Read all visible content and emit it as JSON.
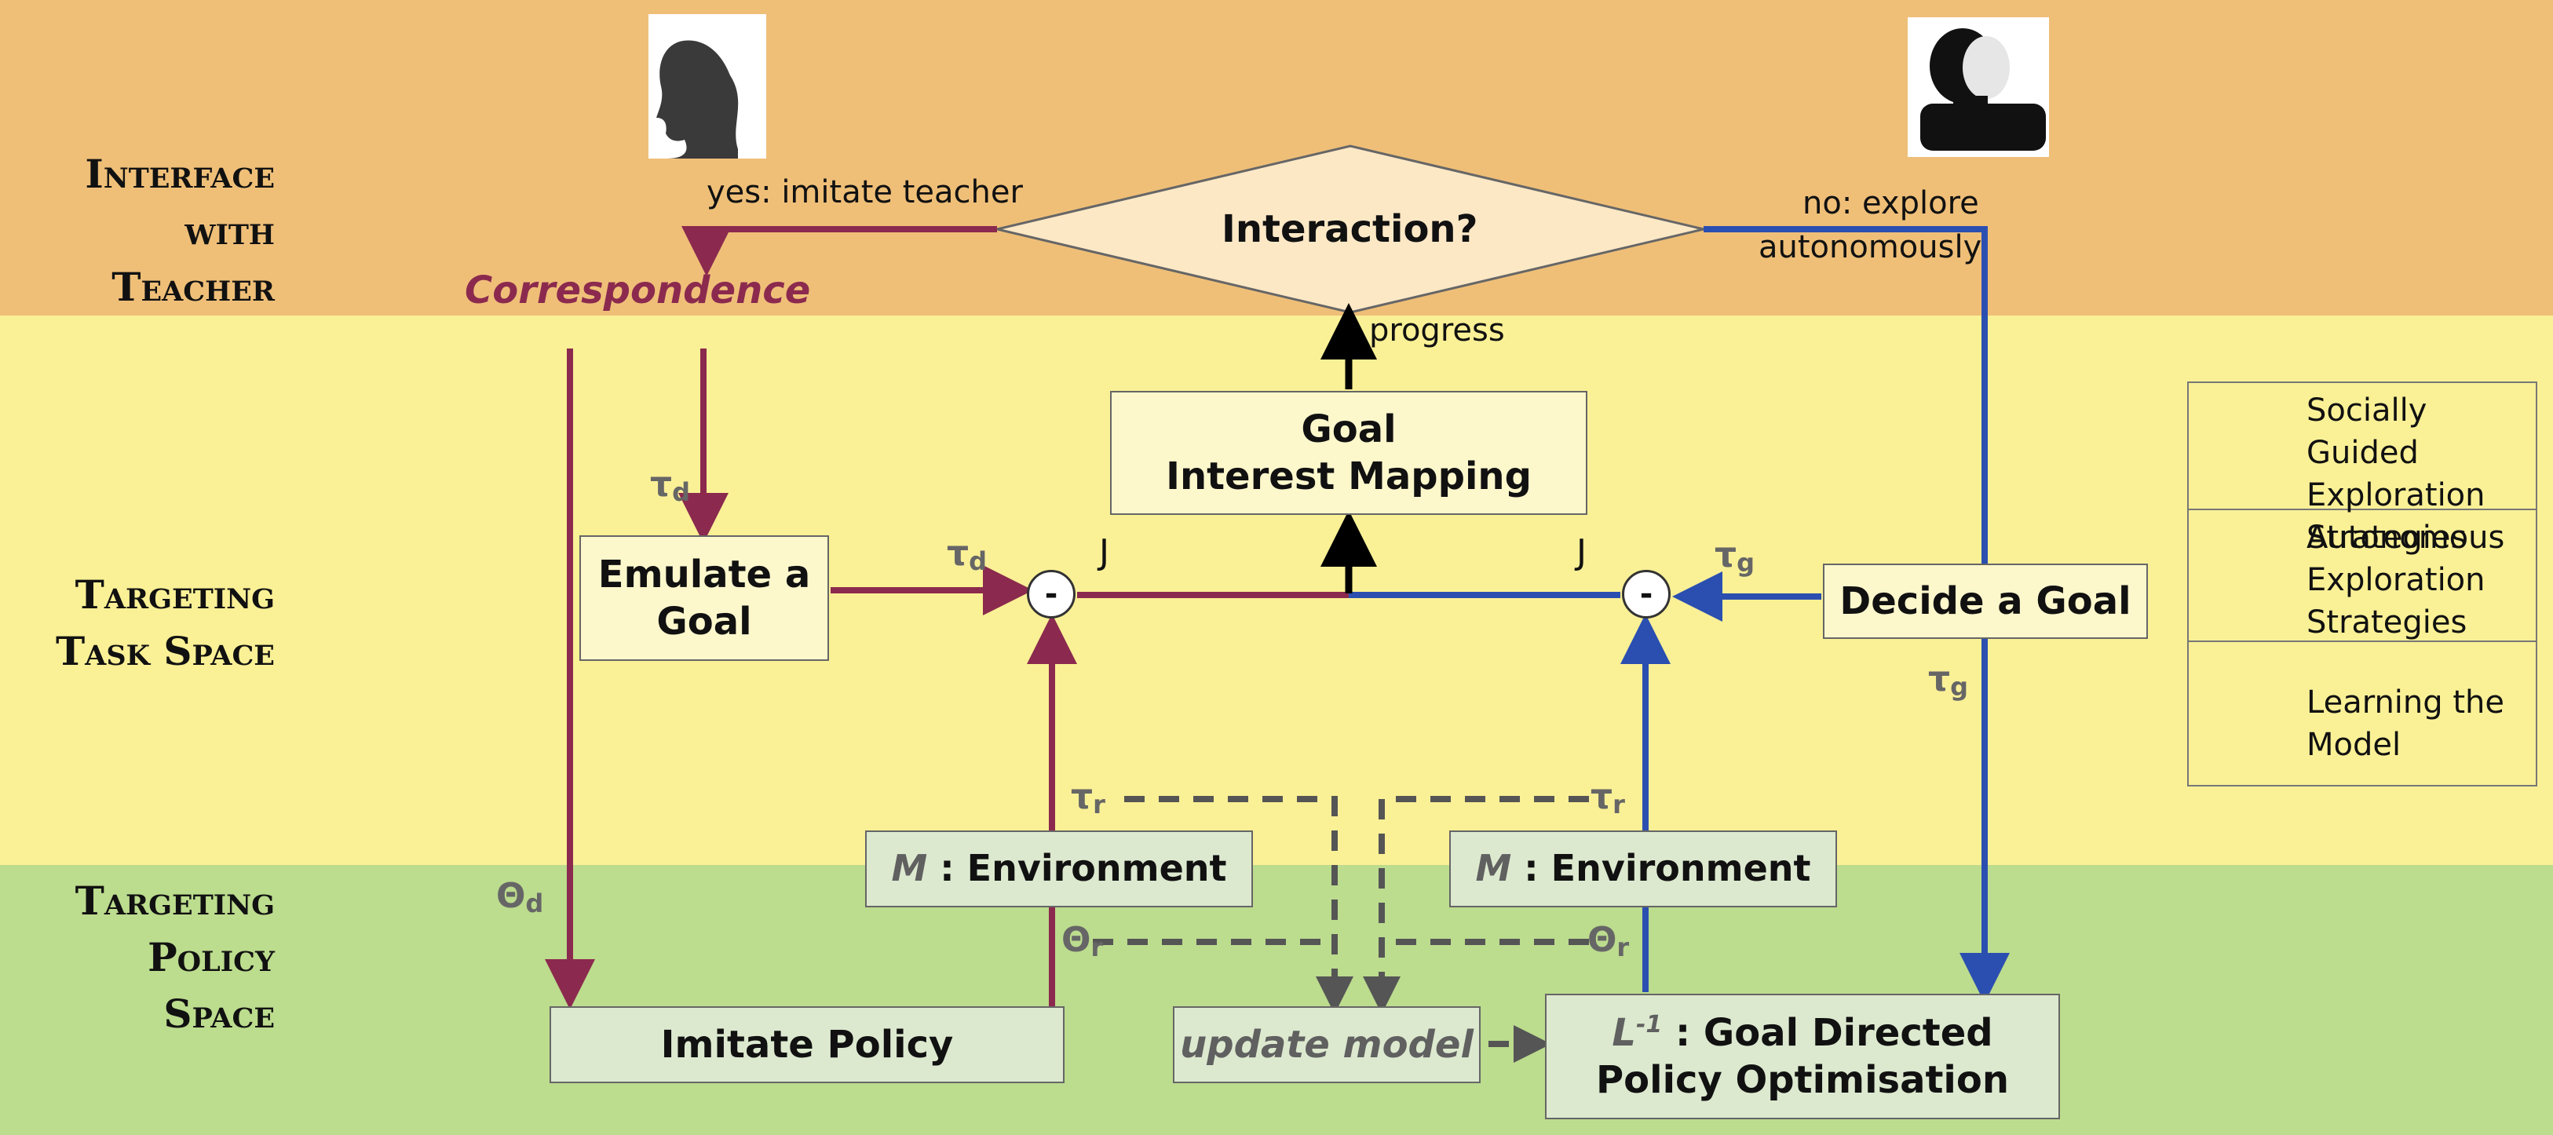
{
  "rows": {
    "top": [
      "Interface",
      "with",
      "Teacher"
    ],
    "middle": [
      "Targeting",
      "Task Space"
    ],
    "bottom": [
      "Targeting",
      "Policy",
      "Space"
    ]
  },
  "decision": {
    "label": "Interaction?",
    "yes": "yes: imitate teacher",
    "no_line1": "no: explore",
    "no_line2": "autonomously"
  },
  "correspondence": "Correspondence",
  "boxes": {
    "goal_mapping_line1": "Goal",
    "goal_mapping_line2": "Interest Mapping",
    "emulate_line1": "Emulate a",
    "emulate_line2": "Goal",
    "decide_goal": "Decide a Goal",
    "env_m": "M",
    "env_label": ": Environment",
    "imitate_policy": "Imitate Policy",
    "update_model": "update model",
    "goal_directed_prefix": "L",
    "goal_directed_sup": "-1",
    "goal_directed_line1": ": Goal Directed",
    "goal_directed_line2": "Policy Optimisation"
  },
  "labels": {
    "progress": "progress",
    "j": "J",
    "minus": "-",
    "tau": "τ",
    "theta": "Θ",
    "sub_d": "d",
    "sub_g": "g",
    "sub_r": "r"
  },
  "legend": {
    "social_line1": "Socially Guided",
    "social_line2": "Exploration",
    "social_line3": "Strategies",
    "auto_line1": "Autonomous",
    "auto_line2": "Exploration",
    "auto_line3": "Strategies",
    "learn_line1": "Learning the",
    "learn_line2": "Model"
  },
  "colors": {
    "social": "#8b2a4e",
    "autonomous": "#2b4fb0",
    "model": "#555555",
    "progress": "#000000",
    "band_top": "#efbf78",
    "band_middle": "#faf096",
    "band_bottom": "#bcdc8e"
  },
  "icons": [
    "woman-silhouette-icon",
    "robot-silhouette-icon"
  ]
}
